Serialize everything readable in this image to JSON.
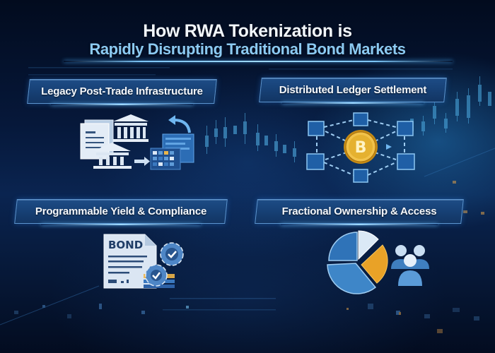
{
  "header": {
    "title": "How RWA Tokenization is",
    "subtitle": "Rapidly Disrupting Traditional Bond Markets"
  },
  "panels": [
    {
      "label": "Legacy Post-Trade Infrastructure",
      "icon": "bank-documents-ledger-icon"
    },
    {
      "label": "Distributed Ledger Settlement",
      "icon": "blockchain-bitcoin-network-icon"
    },
    {
      "label": "Programmable Yield & Compliance",
      "icon": "bond-document-gears-icon"
    },
    {
      "label": "Fractional Ownership & Access",
      "icon": "pie-chart-people-icon"
    }
  ],
  "icon_text": {
    "bond_label": "BOND",
    "coin_symbol": "B"
  },
  "colors": {
    "background_dark": "#04112a",
    "title_white": "#f2f6fb",
    "subtitle_blue": "#8ccaf2",
    "banner_blue": "#1a4680",
    "accent_gold": "#e9a227",
    "icon_blue": "#4d8dcc",
    "icon_light": "#d9e6f4"
  }
}
